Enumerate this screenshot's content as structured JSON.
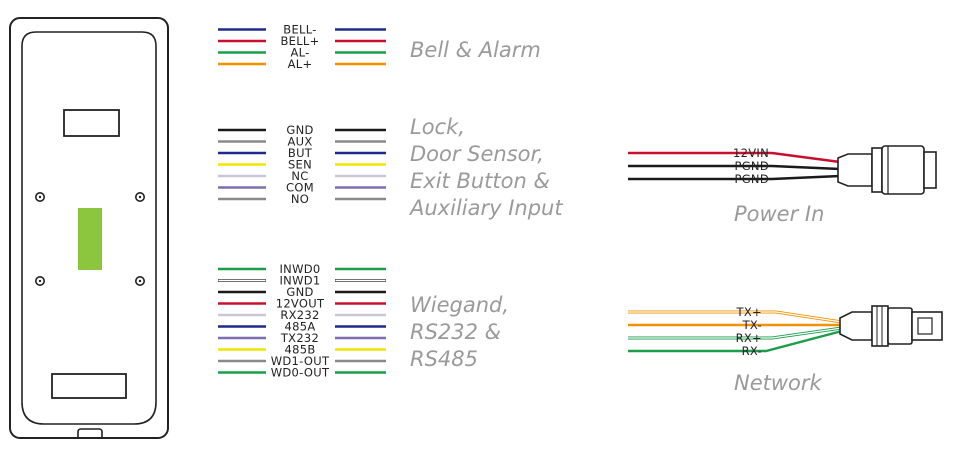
{
  "groups": [
    {
      "id": "bell-alarm",
      "caption_lines": [
        "Bell & Alarm"
      ],
      "wires": [
        {
          "label": "BELL-",
          "color": "#1f2a8c"
        },
        {
          "label": "BELL+",
          "color": "#c8102e"
        },
        {
          "label": "AL-",
          "color": "#1a9e4a"
        },
        {
          "label": "AL+",
          "color": "#f39200"
        }
      ]
    },
    {
      "id": "lock-door",
      "caption_lines": [
        "Lock,",
        "Door Sensor,",
        "Exit Button &",
        "Auxiliary Input"
      ],
      "wires": [
        {
          "label": "GND",
          "color": "#1a1a1a"
        },
        {
          "label": "AUX",
          "color": "#8a8a8a"
        },
        {
          "label": "BUT",
          "color": "#1f2a8c"
        },
        {
          "label": "SEN",
          "color": "#f2e500"
        },
        {
          "label": "NC",
          "color": "#c8c8d8"
        },
        {
          "label": "COM",
          "color": "#7b6fb0"
        },
        {
          "label": "NO",
          "color": "#8a8a8a"
        }
      ]
    },
    {
      "id": "wiegand",
      "caption_lines": [
        "Wiegand,",
        "RS232 &",
        "RS485"
      ],
      "wires": [
        {
          "label": "INWD0",
          "color": "#1a9e4a"
        },
        {
          "label": "INWD1",
          "color": "#ffffff",
          "outline": "#444444"
        },
        {
          "label": "GND",
          "color": "#1a1a1a"
        },
        {
          "label": "12VOUT",
          "color": "#c8102e"
        },
        {
          "label": "RX232",
          "color": "#c8c8d8"
        },
        {
          "label": "485A",
          "color": "#1f2a8c"
        },
        {
          "label": "TX232",
          "color": "#7b6fb0"
        },
        {
          "label": "485B",
          "color": "#f2e500"
        },
        {
          "label": "WD1-OUT",
          "color": "#8a8a8a"
        },
        {
          "label": "WD0-OUT",
          "color": "#1a9e4a"
        }
      ]
    }
  ],
  "power": {
    "caption": "Power In",
    "wires": [
      {
        "label": "12VIN",
        "color": "#c8102e"
      },
      {
        "label": "PGND",
        "color": "#1a1a1a"
      },
      {
        "label": "PGND",
        "color": "#1a1a1a"
      }
    ]
  },
  "network": {
    "caption": "Network",
    "wires": [
      {
        "label": "TX+",
        "color": "#f39200",
        "striped": true
      },
      {
        "label": "TX-",
        "color": "#f39200"
      },
      {
        "label": "RX+",
        "color": "#1a9e4a",
        "striped": true
      },
      {
        "label": "RX-",
        "color": "#1a9e4a"
      }
    ]
  },
  "colors": {
    "device_outline": "#222222",
    "sensor_window": "#8cc63f",
    "caption_gray": "#9a9a9a"
  }
}
